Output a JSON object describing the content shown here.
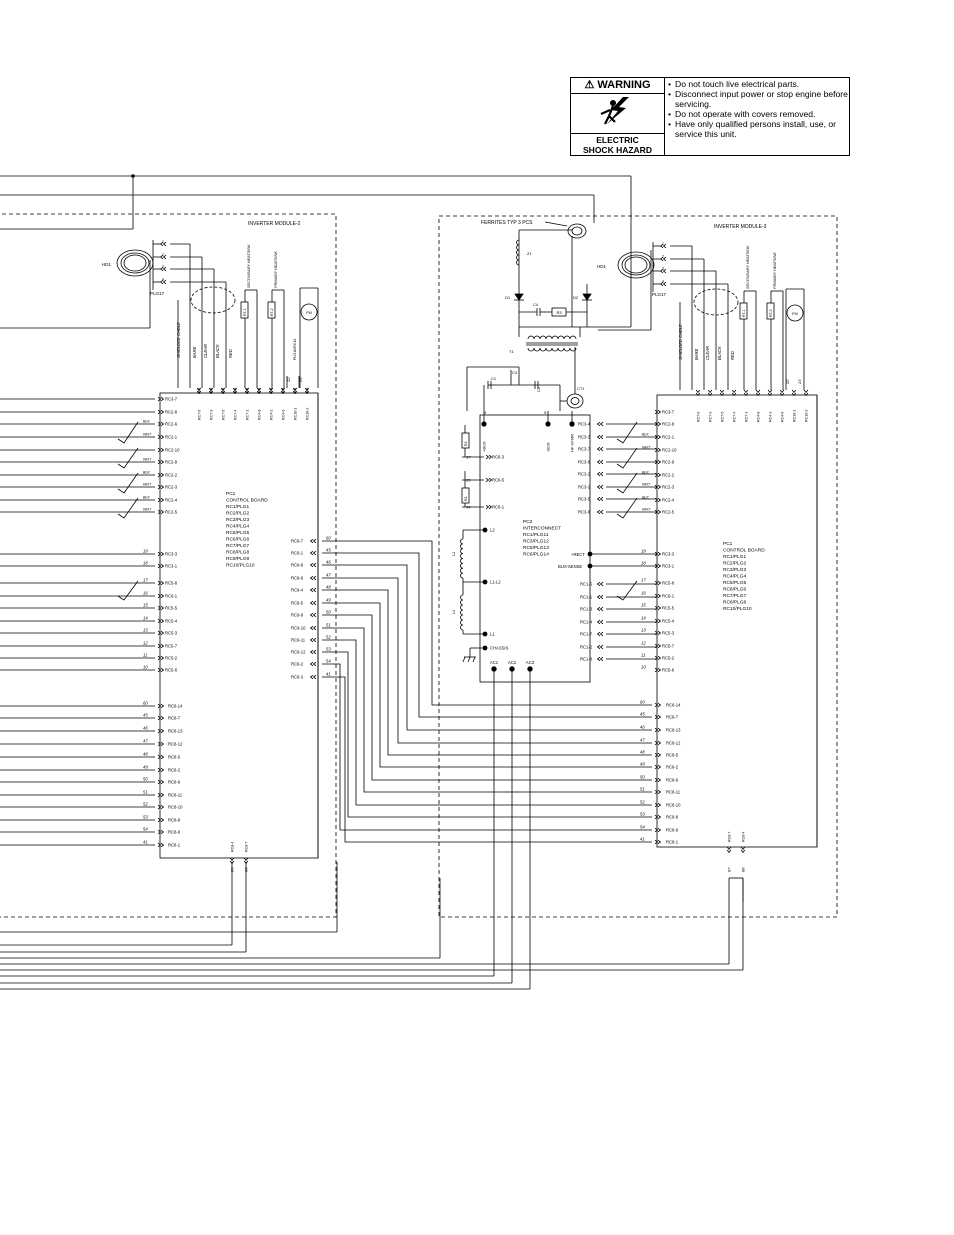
{
  "warning": {
    "title": "WARNING",
    "hazard_line1": "ELECTRIC",
    "hazard_line2": "SHOCK HAZARD",
    "items": [
      "Do not touch live electrical parts.",
      "Disconnect input power or stop engine before servicing.",
      "Do not operate with covers removed.",
      "Have only qualified persons install, use, or service this unit."
    ]
  },
  "module2": {
    "title": "INVERTER MODULE-2",
    "hd_label": "HD1",
    "plg_label": "PLG17",
    "fm_label": "FM",
    "rt_labels": [
      "RT-1",
      "RT-2"
    ],
    "cable_labels": [
      "SHIELDED CABLE",
      "BARE",
      "CLEAR",
      "BLACK",
      "RED"
    ],
    "thermistor_labels": [
      "SECONDARY HEATSINK",
      "PRIMARY HEATSINK"
    ],
    "top_pins": [
      "RC7-6",
      "RC7-3",
      "RC7-5",
      "RC7-4",
      "RC7-1",
      "RC4-8",
      "RC4-2",
      "RC4-6",
      "RC16-1",
      "RC10-2"
    ],
    "top_wires": [
      "",
      "",
      "",
      "",
      "",
      "",
      "",
      "22",
      "23",
      "",
      ""
    ],
    "pc1_lines": [
      "PC1",
      "CONTROL BOARD",
      "RC1/PLG1",
      "RC2/PLG2",
      "RC3/PLG3",
      "RC4/PLG4",
      "RC5/PLG5",
      "RC6/PLG6",
      "RC7/PLG7",
      "RC8/PLG8",
      "RC9/PLG9",
      "RC10/PLG10"
    ],
    "left_upper": [
      {
        "pin": "RC3-7",
        "wire": ""
      },
      {
        "pin": "RC2-8",
        "wire": ""
      },
      {
        "pin": "RC2-6",
        "wire": "BLK"
      },
      {
        "pin": "RC2-1",
        "wire": "WHT"
      },
      {
        "pin": "RC2-10",
        "wire": ""
      },
      {
        "pin": "RC2-9",
        "wire": "WHT"
      },
      {
        "pin": "RC2-2",
        "wire": "BLK"
      },
      {
        "pin": "RC2-3",
        "wire": "WHT"
      },
      {
        "pin": "RC2-4",
        "wire": "BLK"
      },
      {
        "pin": "RC2-5",
        "wire": "WHT"
      }
    ],
    "left_mid": [
      {
        "pin": "RC3-3",
        "wire": "19"
      },
      {
        "pin": "RC3-1",
        "wire": "18"
      },
      {
        "pin": "RC5-8",
        "wire": "17"
      },
      {
        "pin": "RC6-1",
        "wire": "16"
      },
      {
        "pin": "RC5-5",
        "wire": "15"
      },
      {
        "pin": "RC5-4",
        "wire": "14"
      },
      {
        "pin": "RC5-3",
        "wire": "13"
      },
      {
        "pin": "RC5-7",
        "wire": "12"
      },
      {
        "pin": "RC5-2",
        "wire": "11"
      },
      {
        "pin": "RC5-6",
        "wire": "10"
      }
    ],
    "left_low": [
      {
        "pin": "RC8-14",
        "wire": "60"
      },
      {
        "pin": "RC8-7",
        "wire": "45"
      },
      {
        "pin": "RC8-13",
        "wire": "46"
      },
      {
        "pin": "RC8-12",
        "wire": "47"
      },
      {
        "pin": "RC8-5",
        "wire": "48"
      },
      {
        "pin": "RC8-2",
        "wire": "49"
      },
      {
        "pin": "RC8-6",
        "wire": "50"
      },
      {
        "pin": "RC8-11",
        "wire": "51"
      },
      {
        "pin": "RC8-10",
        "wire": "52"
      },
      {
        "pin": "RC8-8",
        "wire": "53"
      },
      {
        "pin": "RC8-9",
        "wire": "54"
      },
      {
        "pin": "RC8-1",
        "wire": "41"
      }
    ],
    "right": [
      {
        "pin": "RC9-7",
        "wire": "60"
      },
      {
        "pin": "RC9-1",
        "wire": "45"
      },
      {
        "pin": "RC9-8",
        "wire": "46"
      },
      {
        "pin": "RC9-6",
        "wire": "47"
      },
      {
        "pin": "RC9-4",
        "wire": "48"
      },
      {
        "pin": "RC9-5",
        "wire": "49"
      },
      {
        "pin": "RC9-9",
        "wire": "50"
      },
      {
        "pin": "RC9-10",
        "wire": "51"
      },
      {
        "pin": "RC9-11",
        "wire": "52"
      },
      {
        "pin": "RC9-12",
        "wire": "53"
      },
      {
        "pin": "RC9-2",
        "wire": "54"
      },
      {
        "pin": "RC9-3",
        "wire": "41"
      }
    ],
    "bottom_pins": [
      "RC8-4",
      "RC8-7"
    ],
    "bottom_wires": [
      "83",
      "84"
    ]
  },
  "module3": {
    "title": "INVERTER MODULE-3",
    "ferrites_label": "FERRITES TYP 3 PCS",
    "hd_label": "HD1",
    "plg_label": "PLG17",
    "fm_label": "FM",
    "rt_labels": [
      "RT-1",
      "RT-2"
    ],
    "cable_labels": [
      "SHIELDED CABLE",
      "BARE",
      "CLEAR",
      "BLACK",
      "RED"
    ],
    "thermistor_labels": [
      "SECONDARY HEATSINK",
      "PRIMARY HEATSINK"
    ],
    "top_pins": [
      "RC7-6",
      "RC7-3",
      "RC7-5",
      "RC7-4",
      "RC7-1",
      "RC4-8",
      "RC4-2",
      "RC4-6",
      "RC16-1",
      "RC10-2"
    ],
    "top_wires": [
      "",
      "",
      "",
      "",
      "",
      "",
      "",
      "22",
      "23",
      "",
      ""
    ],
    "snubber": {
      "z1": "Z1",
      "d1": "D1",
      "d2": "D2",
      "c4": "C4",
      "r3": "R3",
      "t1": "T1",
      "c1": "C1",
      "c2": "C2",
      "c3": "C3",
      "ct1": "CT1"
    },
    "pc2_lines": [
      "PC2",
      "INTERCONNECT",
      "RC1/PLG11",
      "RC3/PLG12",
      "RC5/PLG13",
      "RC6/PLG14"
    ],
    "pc2_top": [
      "+BUS",
      "-BUS",
      "HF-XFMR"
    ],
    "pc2_top_wires": [
      "4",
      "5"
    ],
    "pc2_left": [
      {
        "pin": "RC6-3",
        "wire": "37"
      },
      {
        "pin": "RC6-5",
        "wire": "35"
      },
      {
        "pin": "RC6-1",
        "wire": "34"
      }
    ],
    "pc2_inductors": [
      "L2",
      "L1-L2",
      "L1",
      "CHASSIS"
    ],
    "ind_labels": [
      "L2",
      "L1"
    ],
    "r_labels": [
      "R2",
      "R1"
    ],
    "pc2_ac": [
      "AC1",
      "AC2",
      "AC3"
    ],
    "pc2_right_upper": [
      "RC3-4",
      "RC3-3",
      "RC3-7",
      "RC3-8",
      "RC3-2",
      "RC3-1",
      "RC3-5",
      "RC3-6"
    ],
    "pc2_right_mid_labels": [
      "+RECT",
      "BUS-SENSE"
    ],
    "pc2_right_low": [
      "RC1-5",
      "RC1-1",
      "RC1-3",
      "RC1-4",
      "RC1-7",
      "RC1-2",
      "RC1-8"
    ],
    "pc1_lines": [
      "PC1",
      "CONTROL BOARD",
      "RC1/PLG1",
      "RC2/PLG2",
      "RC3/PLG3",
      "RC4/PLG4",
      "RC5/PLG5",
      "RC6/PLG6",
      "RC7/PLG7",
      "RC8/PLG8",
      "RC10/PLG10"
    ],
    "pc1_upper": [
      {
        "pin": "RC3-7",
        "wire": ""
      },
      {
        "pin": "RC2-8",
        "wire": ""
      },
      {
        "pin": "RC2-1",
        "wire": "BLK"
      },
      {
        "pin": "RC2-10",
        "wire": "WHT"
      },
      {
        "pin": "RC2-9",
        "wire": ""
      },
      {
        "pin": "RC2-2",
        "wire": "BLK"
      },
      {
        "pin": "RC2-3",
        "wire": "WHT"
      },
      {
        "pin": "RC2-4",
        "wire": "BLK"
      },
      {
        "pin": "RC2-5",
        "wire": "WHT"
      }
    ],
    "pc1_mid": [
      {
        "pin": "RC3-3",
        "wire": "19"
      },
      {
        "pin": "RC3-1",
        "wire": "18"
      },
      {
        "pin": "RC5-8",
        "wire": "17"
      },
      {
        "pin": "RC6-1",
        "wire": "16"
      },
      {
        "pin": "RC5-5",
        "wire": "15"
      },
      {
        "pin": "RC5-4",
        "wire": "14"
      },
      {
        "pin": "RC5-3",
        "wire": "13"
      },
      {
        "pin": "RC5-7",
        "wire": "12"
      },
      {
        "pin": "RC5-2",
        "wire": "11"
      },
      {
        "pin": "RC5-6",
        "wire": "10"
      }
    ],
    "pc1_low": [
      {
        "pin": "RC8-14",
        "wire": "60"
      },
      {
        "pin": "RC8-7",
        "wire": "45"
      },
      {
        "pin": "RC8-13",
        "wire": "46"
      },
      {
        "pin": "RC8-12",
        "wire": "47"
      },
      {
        "pin": "RC8-5",
        "wire": "48"
      },
      {
        "pin": "RC8-2",
        "wire": "49"
      },
      {
        "pin": "RC8-6",
        "wire": "50"
      },
      {
        "pin": "RC8-11",
        "wire": "51"
      },
      {
        "pin": "RC8-10",
        "wire": "52"
      },
      {
        "pin": "RC8-8",
        "wire": "53"
      },
      {
        "pin": "RC8-9",
        "wire": "54"
      },
      {
        "pin": "RC8-1",
        "wire": "41"
      }
    ],
    "bottom_pins": [
      "RC8-7",
      "RC8-4"
    ],
    "bottom_wires": [
      "87",
      "88"
    ]
  }
}
